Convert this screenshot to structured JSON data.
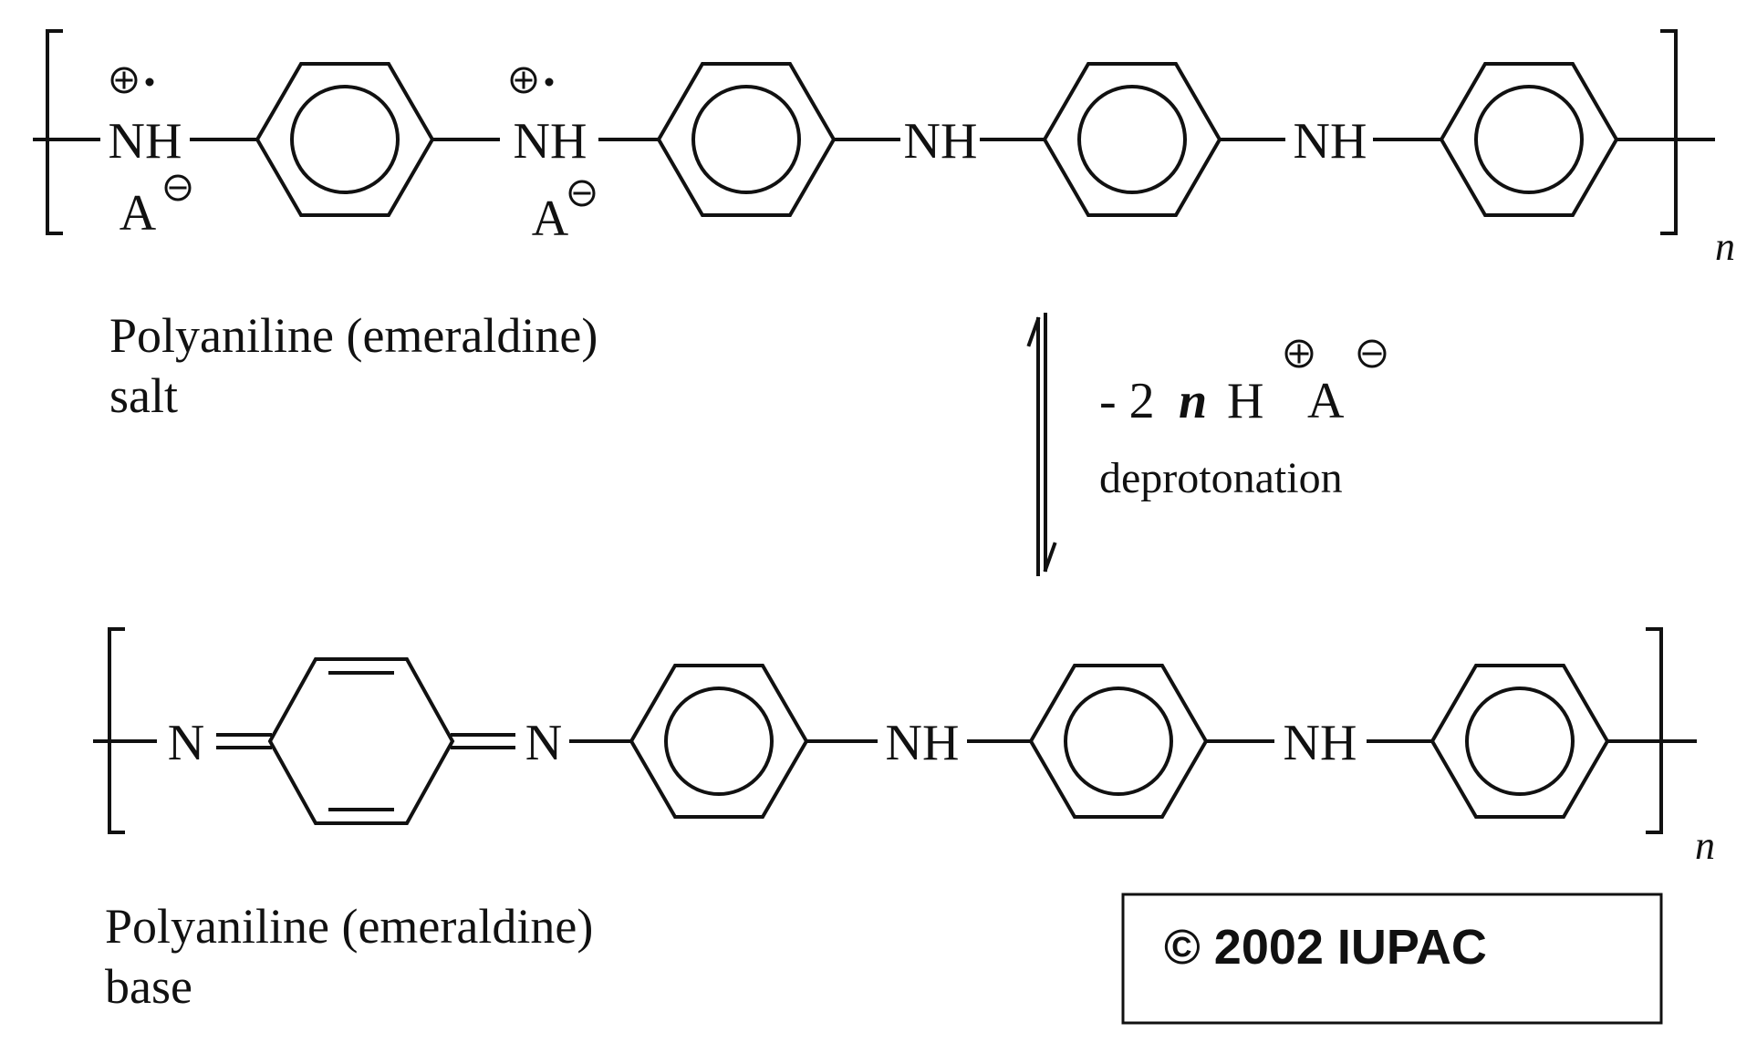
{
  "structures": {
    "salt": {
      "atoms": [
        "NH",
        "NH",
        "NH",
        "NH"
      ],
      "counterion": "A",
      "repeat_subscript": "n",
      "caption_line1": "Polyaniline (emeraldine)",
      "caption_line2": "salt"
    },
    "base": {
      "atoms": [
        "N",
        "N",
        "NH",
        "NH"
      ],
      "repeat_subscript": "n",
      "caption_line1": "Polyaniline (emeraldine)",
      "caption_line2": "base"
    }
  },
  "reaction": {
    "coefficient": "- 2",
    "variable": "n",
    "cation": "H",
    "anion": "A",
    "label": "deprotonation"
  },
  "copyright": "© 2002 IUPAC",
  "colors": {
    "ink": "#111111",
    "background": "#ffffff"
  }
}
